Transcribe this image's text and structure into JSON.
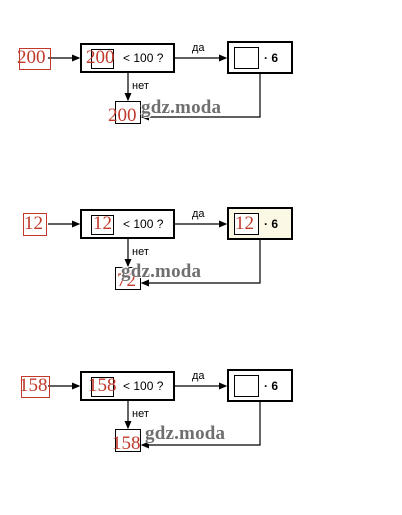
{
  "labels": {
    "yes": "да",
    "no": "нет"
  },
  "condition_text": "< 100 ?",
  "multiply_text": "· 6",
  "watermark": "gdz.moda",
  "diagrams": [
    {
      "input": "200",
      "cond_value": "200",
      "result_value": "",
      "output": "200"
    },
    {
      "input": "12",
      "cond_value": "12",
      "result_value": "12",
      "output": "72"
    },
    {
      "input": "158",
      "cond_value": "158",
      "result_value": "",
      "output": "158"
    }
  ]
}
